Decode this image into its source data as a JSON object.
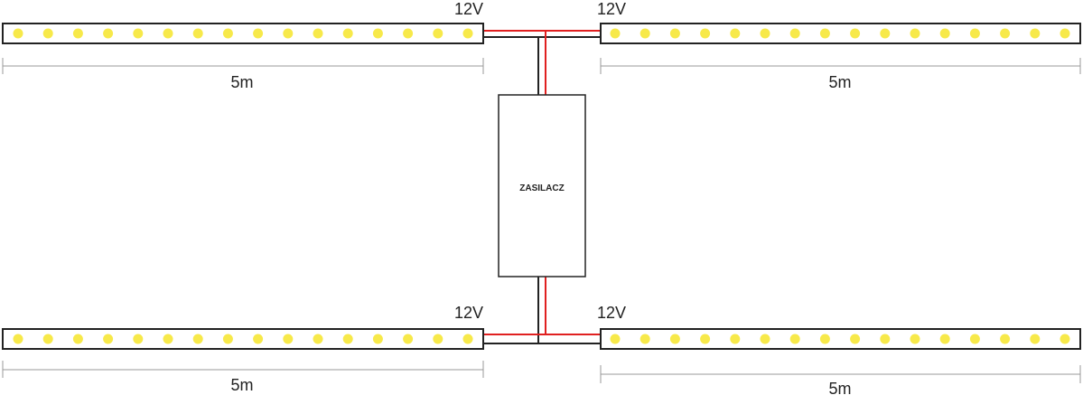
{
  "power_supply": {
    "label": "ZASILACZ"
  },
  "colors": {
    "led": "#f7e94a",
    "strip_outline": "#222222",
    "wire_positive": "#e02020",
    "wire_negative": "#222222",
    "dimension_line": "#999999"
  },
  "strips": [
    {
      "id": "top-left",
      "voltage": "12V",
      "length": "5m",
      "led_count": 16
    },
    {
      "id": "top-right",
      "voltage": "12V",
      "length": "5m",
      "led_count": 16
    },
    {
      "id": "bottom-left",
      "voltage": "12V",
      "length": "5m",
      "led_count": 16
    },
    {
      "id": "bottom-right",
      "voltage": "12V",
      "length": "5m",
      "led_count": 16
    }
  ]
}
